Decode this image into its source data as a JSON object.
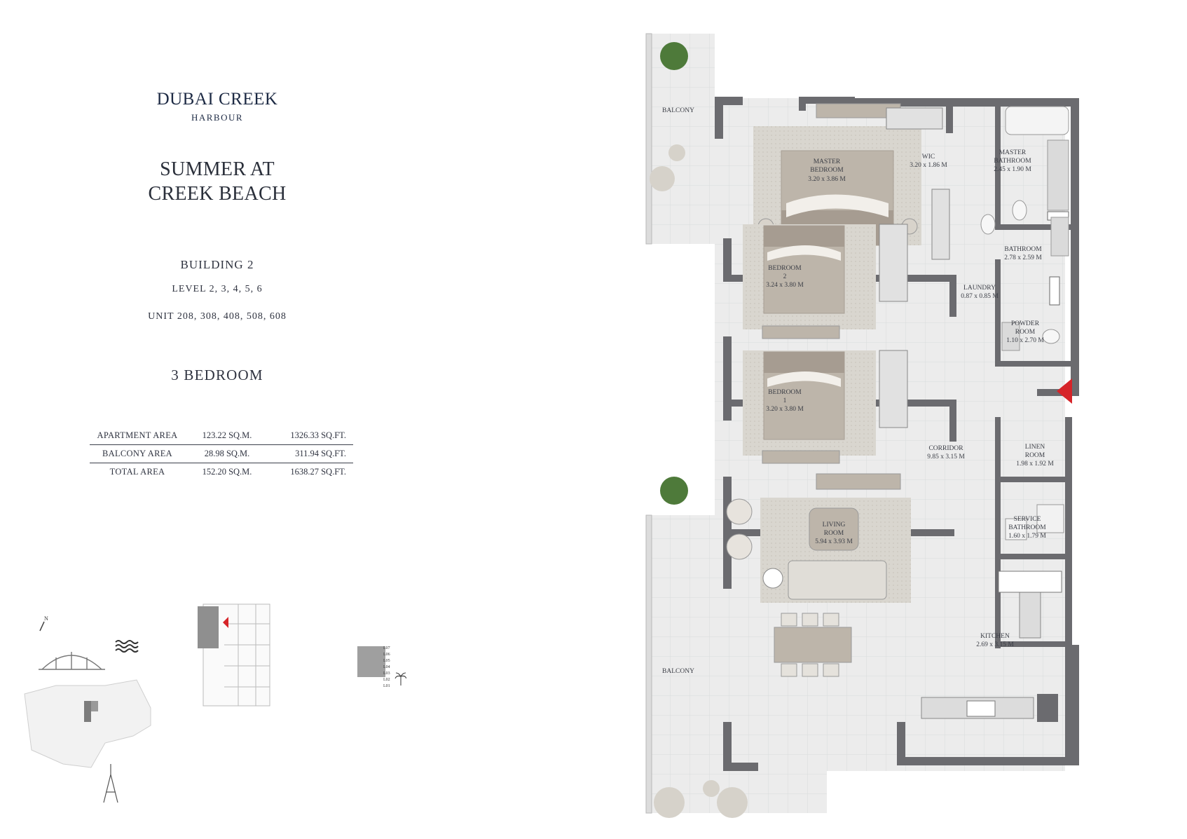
{
  "brand": {
    "name": "DUBAI CREEK",
    "sub": "HARBOUR"
  },
  "project": {
    "line1": "SUMMER AT",
    "line2": "CREEK BEACH"
  },
  "building": "BUILDING 2",
  "levels": "LEVEL 2, 3, 4, 5, 6",
  "units": "UNIT 208, 308, 408, 508, 608",
  "type": "3 BEDROOM",
  "areas": [
    {
      "label": "APARTMENT AREA",
      "sqm": "123.22 SQ.M.",
      "sqft": "1326.33 SQ.FT."
    },
    {
      "label": "BALCONY AREA",
      "sqm": "28.98 SQ.M.",
      "sqft": "311.94 SQ.FT."
    },
    {
      "label": "TOTAL AREA",
      "sqm": "152.20 SQ.M.",
      "sqft": "1638.27 SQ.FT."
    }
  ],
  "rooms": {
    "balcony_top": {
      "name": "BALCONY"
    },
    "master_bedroom": {
      "name1": "MASTER",
      "name2": "BEDROOM",
      "dim": "3.20 x 3.86 M"
    },
    "wic": {
      "name": "WIC",
      "dim": "3.20 x 1.86 M"
    },
    "master_bathroom": {
      "name1": "MASTER",
      "name2": "BATHROOM",
      "dim": "2.45 x 1.90 M"
    },
    "bedroom2": {
      "name1": "BEDROOM",
      "name2": "2",
      "dim": "3.24 x 3.80 M"
    },
    "bathroom": {
      "name": "BATHROOM",
      "dim": "2.78 x 2.59 M"
    },
    "laundry": {
      "name": "LAUNDRY",
      "dim": "0.87 x 0.85 M"
    },
    "powder_room": {
      "name1": "POWDER",
      "name2": "ROOM",
      "dim": "1.10 x 2.70 M"
    },
    "bedroom1": {
      "name1": "BEDROOM",
      "name2": "1",
      "dim": "3.20 x 3.80 M"
    },
    "corridor": {
      "name": "CORRIDOR",
      "dim": "9.85 x 3.15 M"
    },
    "linen_room": {
      "name1": "LINEN",
      "name2": "ROOM",
      "dim": "1.98 x 1.92 M"
    },
    "living_room": {
      "name1": "LIVING",
      "name2": "ROOM",
      "dim": "5.94 x 3.93 M"
    },
    "service_bathroom": {
      "name1": "SERVICE",
      "name2": "BATHROOM",
      "dim": "1.60 x 1.79 M"
    },
    "balcony_bottom": {
      "name": "BALCONY"
    },
    "kitchen": {
      "name": "KITCHEN",
      "dim": "2.69 x 3.15 M"
    }
  },
  "keyplan": {
    "north": "N",
    "levels": [
      "L07",
      "L06",
      "L05",
      "L04",
      "L03",
      "L02",
      "L01"
    ]
  },
  "colors": {
    "wall": "#6b6b6f",
    "floor": "#e9eaea",
    "grid": "#d7d9d9",
    "marker": "#d62429",
    "text": "#2f3340"
  }
}
